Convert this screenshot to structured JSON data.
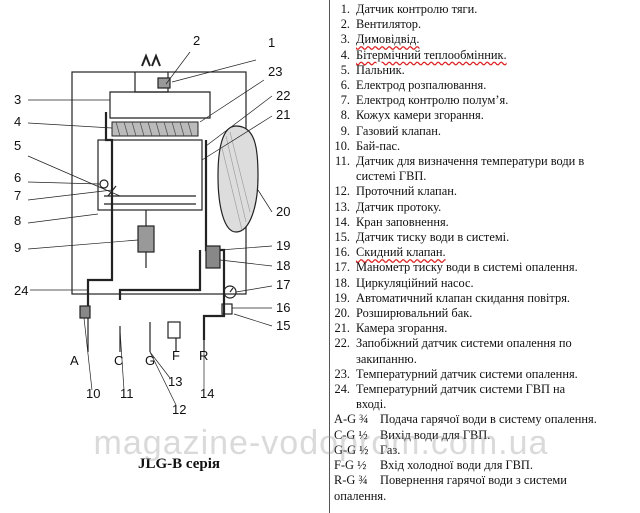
{
  "diagram": {
    "caption": "JLG-B серія",
    "callouts": [
      "1",
      "2",
      "3",
      "4",
      "5",
      "6",
      "7",
      "8",
      "9",
      "10",
      "11",
      "12",
      "13",
      "14",
      "15",
      "16",
      "17",
      "18",
      "19",
      "20",
      "21",
      "22",
      "23",
      "24"
    ],
    "ports": [
      "A",
      "C",
      "G",
      "F",
      "R"
    ]
  },
  "legend": {
    "items": [
      {
        "num": "1.",
        "text": "Датчик контролю тяги."
      },
      {
        "num": "2.",
        "text": "Вентилятор."
      },
      {
        "num": "3.",
        "text": "Димовідвід."
      },
      {
        "num": "4.",
        "text": "Бітермічний теплообмінник."
      },
      {
        "num": "5.",
        "text": "Пальник."
      },
      {
        "num": "6.",
        "text": "Електрод розпалювання."
      },
      {
        "num": "7.",
        "text": "Електрод контролю полум’я."
      },
      {
        "num": "8.",
        "text": "Кожух камери згорання."
      },
      {
        "num": "9.",
        "text": "Газовий клапан."
      },
      {
        "num": "10.",
        "text": "Бай-пас."
      },
      {
        "num": "11.",
        "text": "Датчик для визначення температури води в",
        "cont": "системі ГВП."
      },
      {
        "num": "12.",
        "text": "Проточний клапан."
      },
      {
        "num": "13.",
        "text": "Датчик протоку."
      },
      {
        "num": "14.",
        "text": "Кран заповнення."
      },
      {
        "num": "15.",
        "text": "Датчик тиску води в системі."
      },
      {
        "num": "16.",
        "text": "Скидний клапан."
      },
      {
        "num": "17.",
        "text": "Манометр тиску води в системі опалення."
      },
      {
        "num": "18.",
        "text": "Циркуляційний насос."
      },
      {
        "num": "19.",
        "text": "Автоматичний клапан скидання повітря."
      },
      {
        "num": "20.",
        "text": "Розширювальний бак."
      },
      {
        "num": "21.",
        "text": "Камера згорання."
      },
      {
        "num": "22.",
        "text": "Запобіжний датчик системи опалення по",
        "cont": "закипанню."
      },
      {
        "num": "23.",
        "text": "Температурний датчик системи опалення."
      },
      {
        "num": "24.",
        "text": "Температурний датчик системи ГВП на",
        "cont": "вході."
      }
    ],
    "ports": [
      {
        "code": "A-G ¾",
        "text": "Подача гарячої води в систему опалення."
      },
      {
        "code": "C-G ½",
        "text": "Вихід води для ГВП."
      },
      {
        "code": "G-G ½",
        "text": "Газ."
      },
      {
        "code": "F-G ½",
        "text": "Вхід холодної води для ГВП."
      },
      {
        "code": "R-G ¾",
        "text": "Повернення гарячої води з системи",
        "cont": "опалення."
      }
    ]
  },
  "watermark": "magazine-vodoprom.com.ua"
}
